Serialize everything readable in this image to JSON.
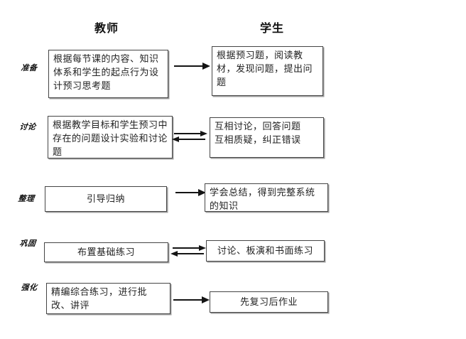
{
  "diagram": {
    "headers": {
      "teacher": "教师",
      "student": "学生"
    },
    "rows": [
      {
        "stage": "准备",
        "teacher": "根据每节课的内容、知识体系和学生的起点行为设计预习思考题",
        "student": "根据预习题，阅读教材，发现问题，提出问题",
        "arrow": "right"
      },
      {
        "stage": "讨论",
        "teacher": "根据教学目标和学生预习中存在的问题设计实验和讨论题",
        "student": "互相讨论，回答问题\n互相质疑，纠正错误",
        "arrow": "both"
      },
      {
        "stage": "整理",
        "teacher": "引导归纳",
        "student": "学会总结，得到完整系统的知识",
        "arrow": "right"
      },
      {
        "stage": "巩固",
        "teacher": "布置基础练习",
        "student": "讨论、板演和书面练习",
        "arrow": "both"
      },
      {
        "stage": "强化",
        "teacher": "精编综合练习，进行批改、讲评",
        "student": "先复习后作业",
        "arrow": "right"
      }
    ],
    "colors": {
      "background": "#ffffff",
      "box_border": "#454545",
      "box_shadow": "#9f9f9f",
      "arrow": "#141414",
      "text": "#222222"
    }
  }
}
